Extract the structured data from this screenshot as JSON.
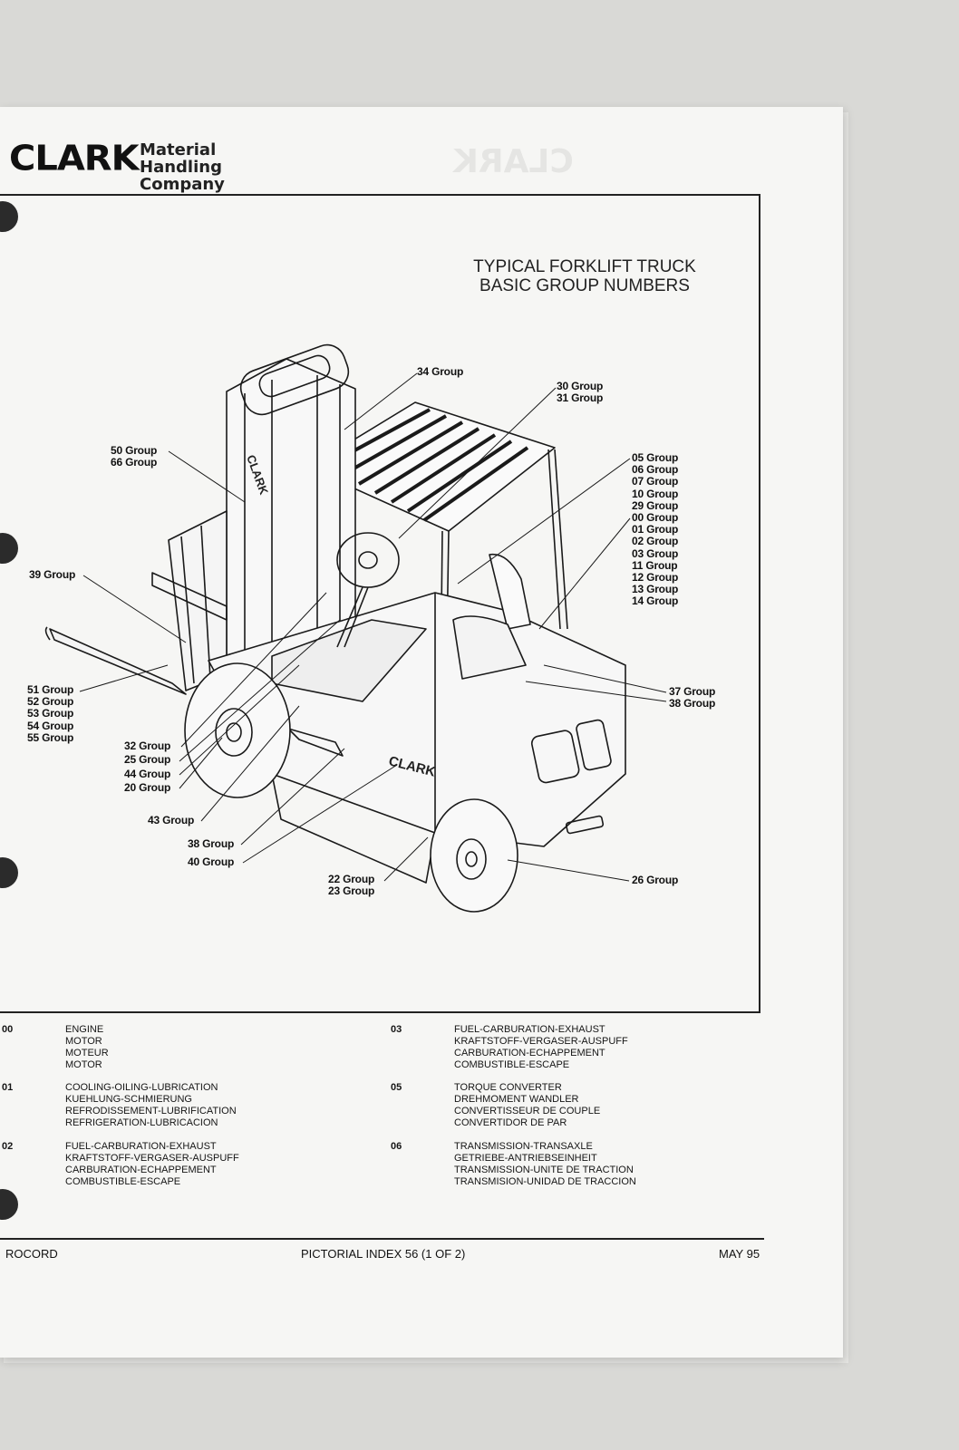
{
  "header": {
    "logo": "CLARK",
    "company_line1": "Material Handling",
    "company_line2": "Company"
  },
  "figure": {
    "title_line1": "TYPICAL FORKLIFT TRUCK",
    "title_line2": "BASIC GROUP NUMBERS",
    "callouts": {
      "g34": [
        "34 Group"
      ],
      "g30": [
        "30 Group",
        "31 Group"
      ],
      "g50": [
        "50 Group",
        "66 Group"
      ],
      "g05": [
        "05 Group",
        "06 Group",
        "07 Group",
        "10 Group",
        "29 Group"
      ],
      "g00": [
        "00 Group",
        "01 Group",
        "02 Group",
        "03 Group",
        "11 Group",
        "12 Group",
        "13 Group",
        "14 Group"
      ],
      "g39": [
        "39 Group"
      ],
      "g51": [
        "51 Group",
        "52 Group",
        "53 Group",
        "54 Group",
        "55 Group"
      ],
      "g37": [
        "37 Group",
        "38 Group"
      ],
      "g32": [
        "32 Group",
        "25 Group",
        "44 Group",
        "20 Group"
      ],
      "g43": [
        "43 Group"
      ],
      "g38": [
        "38 Group"
      ],
      "g40": [
        "40 Group"
      ],
      "g22": [
        "22 Group",
        "23 Group"
      ],
      "g26": [
        "26 Group"
      ]
    },
    "decal": "CLARK"
  },
  "legend": [
    {
      "code": "00",
      "lines": [
        "ENGINE",
        "MOTOR",
        "MOTEUR",
        "MOTOR"
      ]
    },
    {
      "code": "01",
      "lines": [
        "COOLING-OILING-LUBRICATION",
        "KUEHLUNG-SCHMIERUNG",
        "REFRODISSEMENT-LUBRIFICATION",
        "REFRIGERATION-LUBRICACION"
      ]
    },
    {
      "code": "02",
      "lines": [
        "FUEL-CARBURATION-EXHAUST",
        "KRAFTSTOFF-VERGASER-AUSPUFF",
        "CARBURATION-ECHAPPEMENT",
        "COMBUSTIBLE-ESCAPE"
      ]
    },
    {
      "code": "03",
      "lines": [
        "FUEL-CARBURATION-EXHAUST",
        "KRAFTSTOFF-VERGASER-AUSPUFF",
        "CARBURATION-ECHAPPEMENT",
        "COMBUSTIBLE-ESCAPE"
      ]
    },
    {
      "code": "05",
      "lines": [
        "TORQUE CONVERTER",
        "DREHMOMENT WANDLER",
        "CONVERTISSEUR DE COUPLE",
        "CONVERTIDOR DE PAR"
      ]
    },
    {
      "code": "06",
      "lines": [
        "TRANSMISSION-TRANSAXLE",
        "GETRIEBE-ANTRIEBSEINHEIT",
        "TRANSMISSION-UNITE DE TRACTION",
        "TRANSMISION-UNIDAD DE TRACCION"
      ]
    }
  ],
  "footer": {
    "left": "ROCORD",
    "center": "PICTORIAL INDEX 56 (1 OF 2)",
    "right": "MAY 95"
  }
}
